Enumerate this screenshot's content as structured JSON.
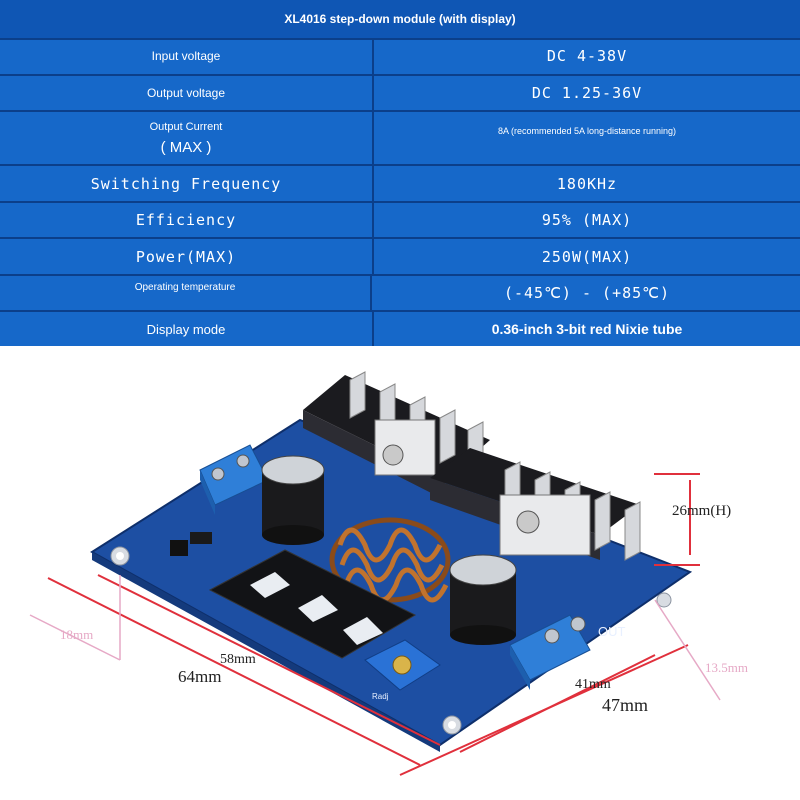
{
  "table": {
    "title": "XL4016 step-down module (with display)",
    "rows": [
      {
        "label": "Input voltage",
        "value": "DC 4-38V"
      },
      {
        "label": "Output voltage",
        "value": "DC 1.25-36V"
      },
      {
        "label": "Output Current",
        "label2": "( MAX )",
        "value": "8A (recommended 5A long-distance running)"
      },
      {
        "label": "Switching Frequency",
        "value": "180KHz"
      },
      {
        "label": "Efficiency",
        "value": "95% (MAX)"
      },
      {
        "label": "Power(MAX)",
        "value": "250W(MAX)"
      },
      {
        "label": "Operating temperature",
        "value": "(-45℃) - (+85℃)"
      },
      {
        "label": "Display mode",
        "value": "0.36-inch 3-bit red Nixie tube"
      }
    ]
  },
  "dimensions": {
    "d18": "18mm",
    "d58": "58mm",
    "d64": "64mm",
    "d41": "41mm",
    "d47": "47mm",
    "d135": "13.5mm",
    "d26": "26mm(H)"
  },
  "board": {
    "out_label": "OUT",
    "adj_label": "Radj"
  },
  "colors": {
    "table_bg": "#1668c9",
    "table_border": "#0b3f8a",
    "pcb": "#1c4fa0",
    "dimension_line": "#e0303c"
  }
}
